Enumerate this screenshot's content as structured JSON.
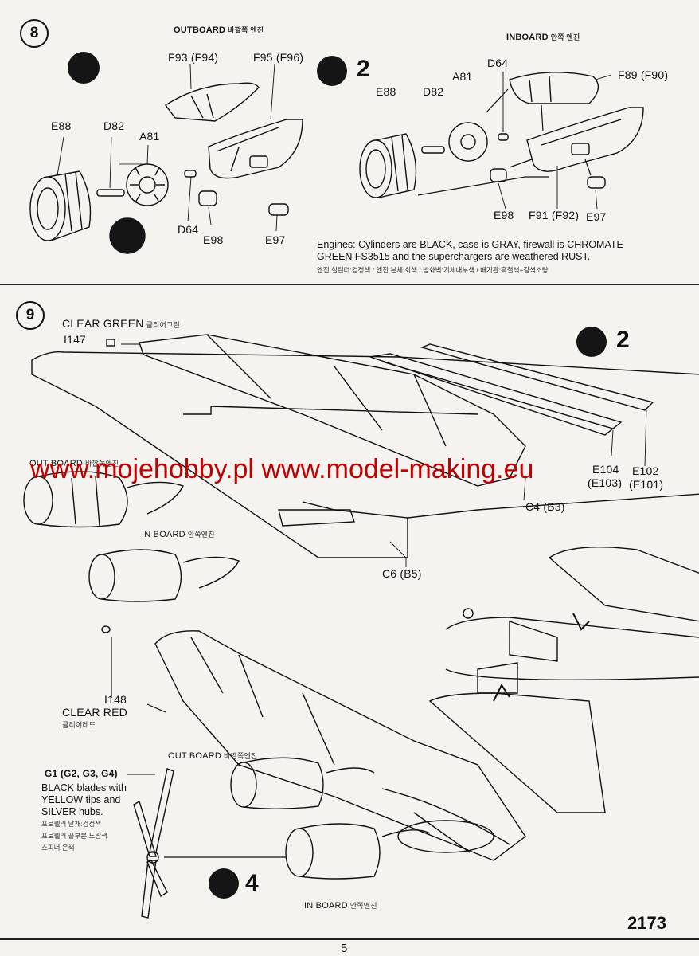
{
  "step8": {
    "number": "8",
    "outboard_label": "OUTBOARD",
    "outboard_kr": "바깥쪽 엔진",
    "inboard_label": "INBOARD",
    "inboard_kr": "안쪽 엔진",
    "parts_outboard": [
      "F93 (F94)",
      "F95 (F96)",
      "E88",
      "D82",
      "A81",
      "D64",
      "E98",
      "E97"
    ],
    "parts_inboard": [
      "D64",
      "F89 (F90)",
      "E88",
      "D82",
      "A81",
      "E98",
      "F91 (F92)",
      "E97"
    ],
    "count": "2",
    "note_line1": "Engines: Cylinders are BLACK, case is GRAY, firewall is CHROMATE",
    "note_line2": "GREEN FS3515 and the superchargers are weathered RUST.",
    "note_kr": "엔진 실린더:검정색 / 엔진 본체:회색 / 방화벽:기체내부색 / 배기관:흑철색+갈색소량"
  },
  "step9": {
    "number": "9",
    "clear_green": "CLEAR GREEN",
    "clear_green_kr": "클리어그린",
    "i147": "I147",
    "count_top": "2",
    "e104": "E104",
    "e103": "(E103)",
    "e102": "E102",
    "e101": "(E101)",
    "c4": "C4 (B3)",
    "c6": "C6 (B5)",
    "out_board_1": "OUT BOARD",
    "out_board_1_kr": "바깥쪽엔진",
    "in_board_1": "IN BOARD",
    "in_board_1_kr": "안쪽엔진",
    "i148": "I148",
    "clear_red": "CLEAR RED",
    "clear_red_kr": "클리어레드",
    "out_board_2": "OUT BOARD",
    "out_board_2_kr": "바깥쪽엔진",
    "g1": "G1 (G2, G3, G4)",
    "prop_line1": "BLACK blades with",
    "prop_line2": "YELLOW tips and",
    "prop_line3": "SILVER hubs.",
    "prop_kr1": "프로펠러 날개:검정색",
    "prop_kr2": "프로펠러 끝부분:노랑색",
    "prop_kr3": "스피너:은색",
    "count_bottom": "4",
    "in_board_2": "IN BOARD",
    "in_board_2_kr": "안쪽엔진"
  },
  "watermark": "www.mojehobby.pl www.model-making.eu",
  "kit_number": "2173",
  "page_number": "5"
}
